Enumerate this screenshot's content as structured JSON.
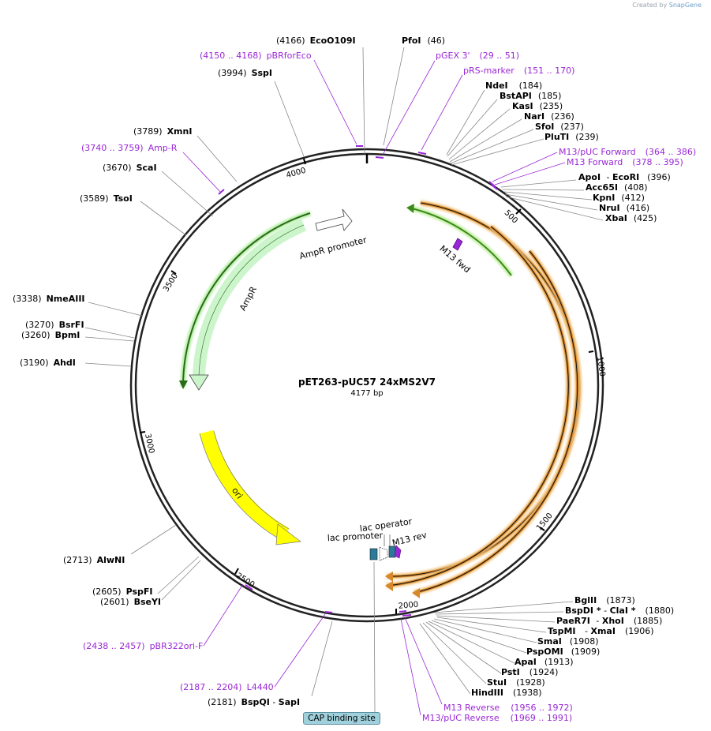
{
  "credit": {
    "created_by": "Created by",
    "brand": "SnapGene"
  },
  "plasmid": {
    "name": "pET263-pUC57 24xMS2V7",
    "length_label": "4177 bp"
  },
  "ticks": [
    "500",
    "1000",
    "1500",
    "2000",
    "2500",
    "3000",
    "3500",
    "4000"
  ],
  "features": {
    "ampr_promoter": "AmpR promoter",
    "ampr": "AmpR",
    "ori": "ori",
    "m13_fwd": "M13 fwd",
    "lac_operator": "lac operator",
    "lac_promoter": "lac promoter",
    "m13_rev": "M13 rev",
    "cap_site": "CAP binding site"
  },
  "right_top_sites": [
    {
      "name": "PfoI",
      "pos": "(46)"
    },
    {
      "name": "NdeI",
      "pos": "(184)"
    },
    {
      "name": "BstAPI",
      "pos": "(185)"
    },
    {
      "name": "KasI",
      "pos": "(235)"
    },
    {
      "name": "NarI",
      "pos": "(236)"
    },
    {
      "name": "SfoI",
      "pos": "(237)"
    },
    {
      "name": "PluTI",
      "pos": "(239)"
    },
    {
      "name": "ApoI",
      "sep": " - ",
      "name2": "EcoRI",
      "pos": "(396)"
    },
    {
      "name": "Acc65I",
      "pos": "(408)"
    },
    {
      "name": "KpnI",
      "pos": "(412)"
    },
    {
      "name": "NruI",
      "pos": "(416)"
    },
    {
      "name": "XbaI",
      "pos": "(425)"
    }
  ],
  "right_top_primers": [
    {
      "name": "pGEX 3'",
      "range": "(29 .. 51)"
    },
    {
      "name": "pRS-marker",
      "range": "(151 .. 170)"
    },
    {
      "name": "M13/pUC Forward",
      "range": "(364 .. 386)"
    },
    {
      "name": "M13 Forward",
      "range": "(378 .. 395)"
    }
  ],
  "right_bottom_sites": [
    {
      "name": "BglII",
      "pos": "(1873)"
    },
    {
      "name": "BspDI *",
      "sep": " - ",
      "name2": "ClaI *",
      "pos": "(1880)"
    },
    {
      "name": "PaeR7I",
      "sep": " - ",
      "name2": "XhoI",
      "pos": "(1885)"
    },
    {
      "name": "TspMI",
      "sep": " - ",
      "name2": "XmaI",
      "pos": "(1906)"
    },
    {
      "name": "SmaI",
      "pos": "(1908)"
    },
    {
      "name": "PspOMI",
      "pos": "(1909)"
    },
    {
      "name": "ApaI",
      "pos": "(1913)"
    },
    {
      "name": "PstI",
      "pos": "(1924)"
    },
    {
      "name": "StuI",
      "pos": "(1928)"
    },
    {
      "name": "HindIII",
      "pos": "(1938)"
    }
  ],
  "right_bottom_primers": [
    {
      "name": "M13 Reverse",
      "range": "(1956 .. 1972)"
    },
    {
      "name": "M13/pUC Reverse",
      "range": "(1969 .. 1991)"
    }
  ],
  "left_sites": [
    {
      "name": "EcoO109I",
      "pos": "(4166)"
    },
    {
      "name": "SspI",
      "pos": "(3994)"
    },
    {
      "name": "XmnI",
      "pos": "(3789)"
    },
    {
      "name": "ScaI",
      "pos": "(3670)"
    },
    {
      "name": "TsoI",
      "pos": "(3589)"
    },
    {
      "name": "NmeAIII",
      "pos": "(3338)"
    },
    {
      "name": "BsrFI",
      "pos": "(3270)"
    },
    {
      "name": "BpmI",
      "pos": "(3260)"
    },
    {
      "name": "AhdI",
      "pos": "(3190)"
    },
    {
      "name": "AlwNI",
      "pos": "(2713)"
    },
    {
      "name": "PspFI",
      "pos": "(2605)"
    },
    {
      "name": "BseYI",
      "pos": "(2601)"
    },
    {
      "name": "BspQI",
      "sep": " - ",
      "name2": "SapI",
      "pos": "(2181)"
    }
  ],
  "left_primers": [
    {
      "name": "pBRforEco",
      "range": "(4150 .. 4168)"
    },
    {
      "name": "Amp-R",
      "range": "(3740 .. 3759)"
    },
    {
      "name": "pBR322ori-F",
      "range": "(2438 .. 2457)"
    },
    {
      "name": "L4440",
      "range": "(2187 .. 2204)"
    }
  ],
  "colors": {
    "primer": "#9a27d6",
    "ampr": "#ccf5cc",
    "ori": "#ffff00",
    "ms2": "#e8a85a",
    "lac": "#2a7a99"
  }
}
